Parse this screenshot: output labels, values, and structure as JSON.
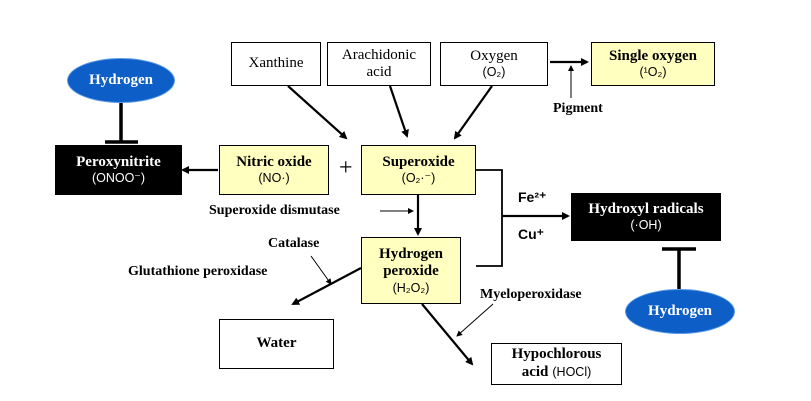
{
  "nodes": {
    "xanthine": {
      "label": "Xanthine"
    },
    "arachidonic_acid": {
      "line1": "Arachidonic",
      "line2": "acid"
    },
    "oxygen": {
      "label": "Oxygen",
      "formula": "(O₂)"
    },
    "single_oxygen": {
      "label": "Single oxygen",
      "formula": "(¹O₂)"
    },
    "peroxynitrite": {
      "label": "Peroxynitrite",
      "formula": "(ONOO⁻)"
    },
    "nitric_oxide": {
      "label": "Nitric oxide",
      "formula": "(NO·)"
    },
    "superoxide": {
      "label": "Superoxide",
      "formula": "(O₂·⁻)"
    },
    "hydroxyl_radicals": {
      "label": "Hydroxyl radicals",
      "formula": "(·OH)"
    },
    "hydrogen_peroxide": {
      "line1": "Hydrogen",
      "line2": "peroxide",
      "formula": "(H₂O₂)"
    },
    "water": {
      "label": "Water"
    },
    "hypochlorous_acid": {
      "line1": "Hypochlorous",
      "line2": "acid",
      "formula": "(HOCl)"
    },
    "hydrogen_top": {
      "label": "Hydrogen"
    },
    "hydrogen_bottom": {
      "label": "Hydrogen"
    }
  },
  "labels": {
    "plus": "+",
    "pigment": "Pigment",
    "superoxide_dismutase": "Superoxide dismutase",
    "catalase": "Catalase",
    "glutathione_peroxidase": "Glutathione peroxidase",
    "myeloperoxidase": "Myeloperoxidase",
    "fe": "Fe²⁺",
    "cu": "Cu⁺"
  },
  "colors": {
    "yellow_box": "#ffffc0",
    "hydrogen_ellipse": "#0d5ec7",
    "black_box": "#000000"
  }
}
